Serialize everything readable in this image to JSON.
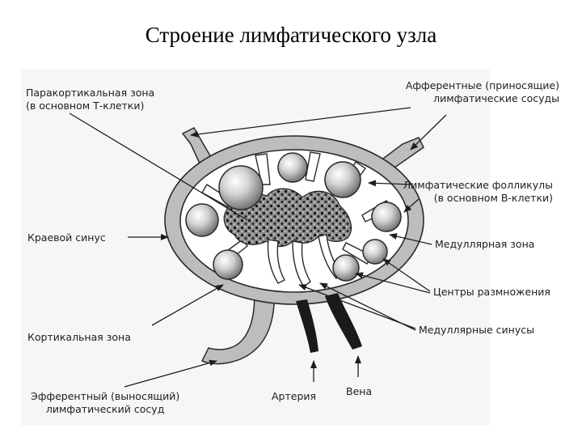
{
  "title": "Строение лимфатического узла",
  "labels": {
    "paracortical": [
      "Паракортикальная зона",
      "(в основном Т-клетки)"
    ],
    "afferent": [
      "Афферентные (приносящие)",
      "лимфатические сосуды"
    ],
    "follicles": [
      "Лимфатические фолликулы",
      "(в основном В-клетки)"
    ],
    "marginal_sinus": "Краевой синус",
    "medullary_zone": "Медуллярная зона",
    "germinal_centers": "Центры размножения",
    "medullary_sinuses": "Медуллярные синусы",
    "cortical_zone": "Кортикальная зона",
    "efferent": [
      "Эфферентный (выносящий)",
      "лимфатический сосуд"
    ],
    "artery": "Артерия",
    "vein": "Вена"
  },
  "colors": {
    "capsule": "#bdbdbd",
    "outline": "#2a2a2a",
    "follicle_light": "#ffffff",
    "follicle_dark": "#6e6e6e",
    "vessel": "#1a1a1a"
  }
}
